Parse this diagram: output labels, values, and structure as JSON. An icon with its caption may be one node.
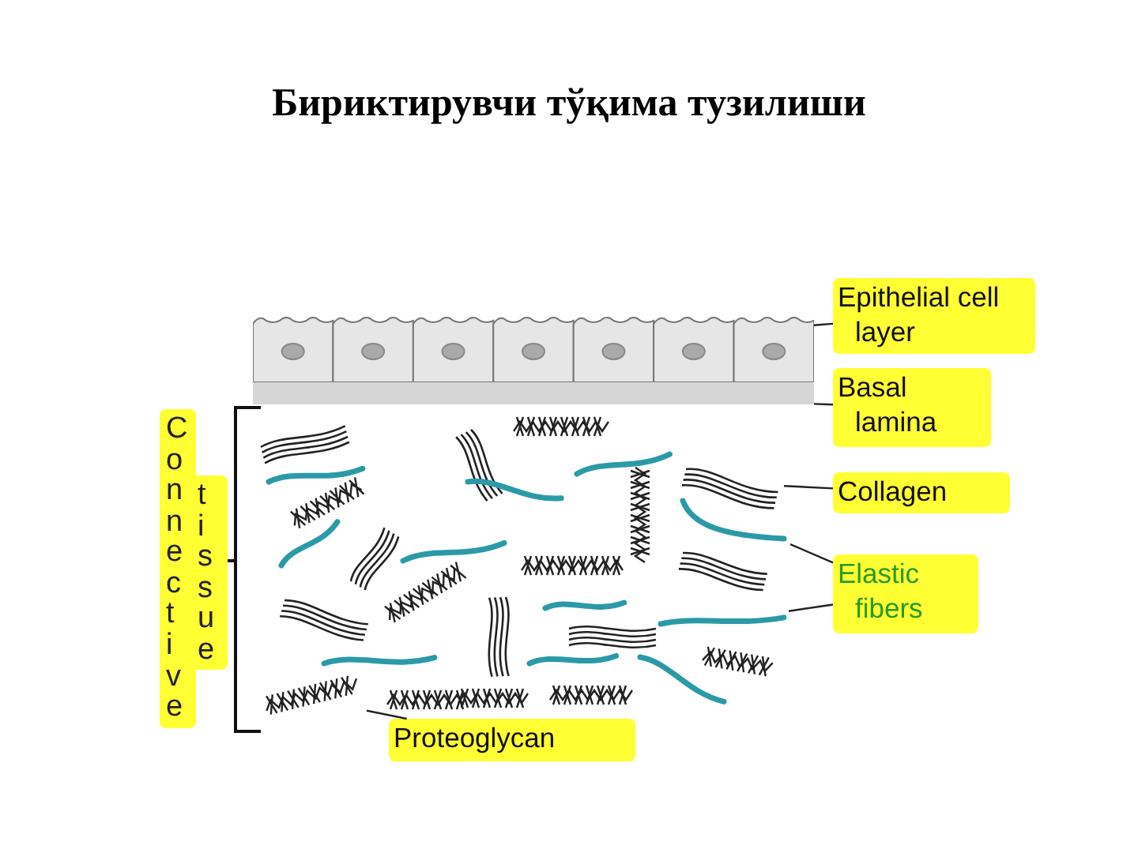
{
  "diagram": {
    "title": "Бириктирувчи тўқима тузилиши",
    "nodes": [
      {
        "text": [
          "Epithelial cell layer"
        ]
      },
      {
        "text": [],
        "shape": "picture"
      },
      {
        "text": [
          "Basal lamina"
        ]
      },
      {
        "text": [],
        "shape": "bar"
      },
      {
        "text": [
          "Collagen"
        ]
      },
      {
        "text": [],
        "shape": "picture"
      },
      {
        "text": [
          "Elastic fibers"
        ]
      },
      {
        "text": [],
        "shape": "picture"
      },
      {
        "text": [],
        "shape": "picture"
      },
      {
        "text": [
          "Proteoglycan"
        ]
      },
      {
        "text": [],
        "shape": "picture"
      }
    ],
    "edges": [
      {
        "from": 0,
        "to": 1,
        "arrow": "none"
      },
      {
        "from": 2,
        "to": 3,
        "arrow": "none"
      },
      {
        "from": 4,
        "to": 5,
        "arrow": "none"
      },
      {
        "from": 6,
        "to": 7,
        "arrow": "none"
      },
      {
        "from": 6,
        "to": 8,
        "arrow": "none"
      },
      {
        "from": 9,
        "to": 10,
        "arrow": "none"
      }
    ],
    "labels": [
      "Connective",
      "tissue"
    ]
  }
}
